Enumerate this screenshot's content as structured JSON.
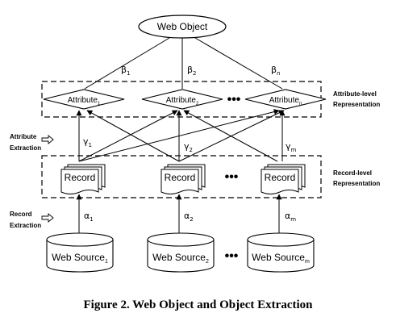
{
  "diagram": {
    "web_object": "Web Object",
    "beta": [
      {
        "main": "β",
        "sub": "1"
      },
      {
        "main": "β",
        "sub": "2"
      },
      {
        "main": "β",
        "sub": "n"
      }
    ],
    "attributes": [
      {
        "main": "Attribute",
        "sub": "1"
      },
      {
        "main": "Attribute",
        "sub": "2"
      },
      {
        "main": "Attribute",
        "sub": "n"
      }
    ],
    "attribute_level": [
      "Attribute-level",
      "Representation"
    ],
    "attribute_extraction": [
      "Attribute",
      "Extraction"
    ],
    "gamma": [
      {
        "main": "γ",
        "sub": "1"
      },
      {
        "main": "γ",
        "sub": "2"
      },
      {
        "main": "γ",
        "sub": "m"
      }
    ],
    "records": [
      "Record",
      "Record",
      "Record"
    ],
    "record_level": [
      "Record-level",
      "Representation"
    ],
    "record_extraction": [
      "Record",
      "Extraction"
    ],
    "alpha": [
      {
        "main": "α",
        "sub": "1"
      },
      {
        "main": "α",
        "sub": "2"
      },
      {
        "main": "α",
        "sub": "m"
      }
    ],
    "sources": [
      {
        "main": "Web Source",
        "sub": "1"
      },
      {
        "main": "Web Source",
        "sub": "2"
      },
      {
        "main": "Web Source",
        "sub": "m"
      }
    ],
    "ellipsis": "•••"
  },
  "caption": "Figure 2. Web Object and Object Extraction"
}
